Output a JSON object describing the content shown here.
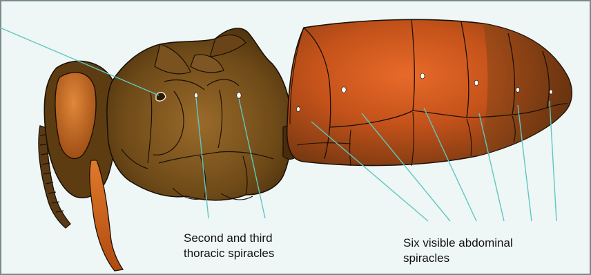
{
  "colors": {
    "background": "#eef6f6",
    "frame": "#7a8a8a",
    "leader_line": "#5fc7bf",
    "thorax_brown": "#6e4a18",
    "abdomen_orange": "#c8541c",
    "leg_orange": "#c05a18",
    "spiracle": "#ffffff"
  },
  "labels": {
    "thoracic_line1": "Second and third",
    "thoracic_line2": "thoracic spiracles",
    "abdominal_line1": "Six visible abdominal",
    "abdominal_line2": "spiracles"
  }
}
